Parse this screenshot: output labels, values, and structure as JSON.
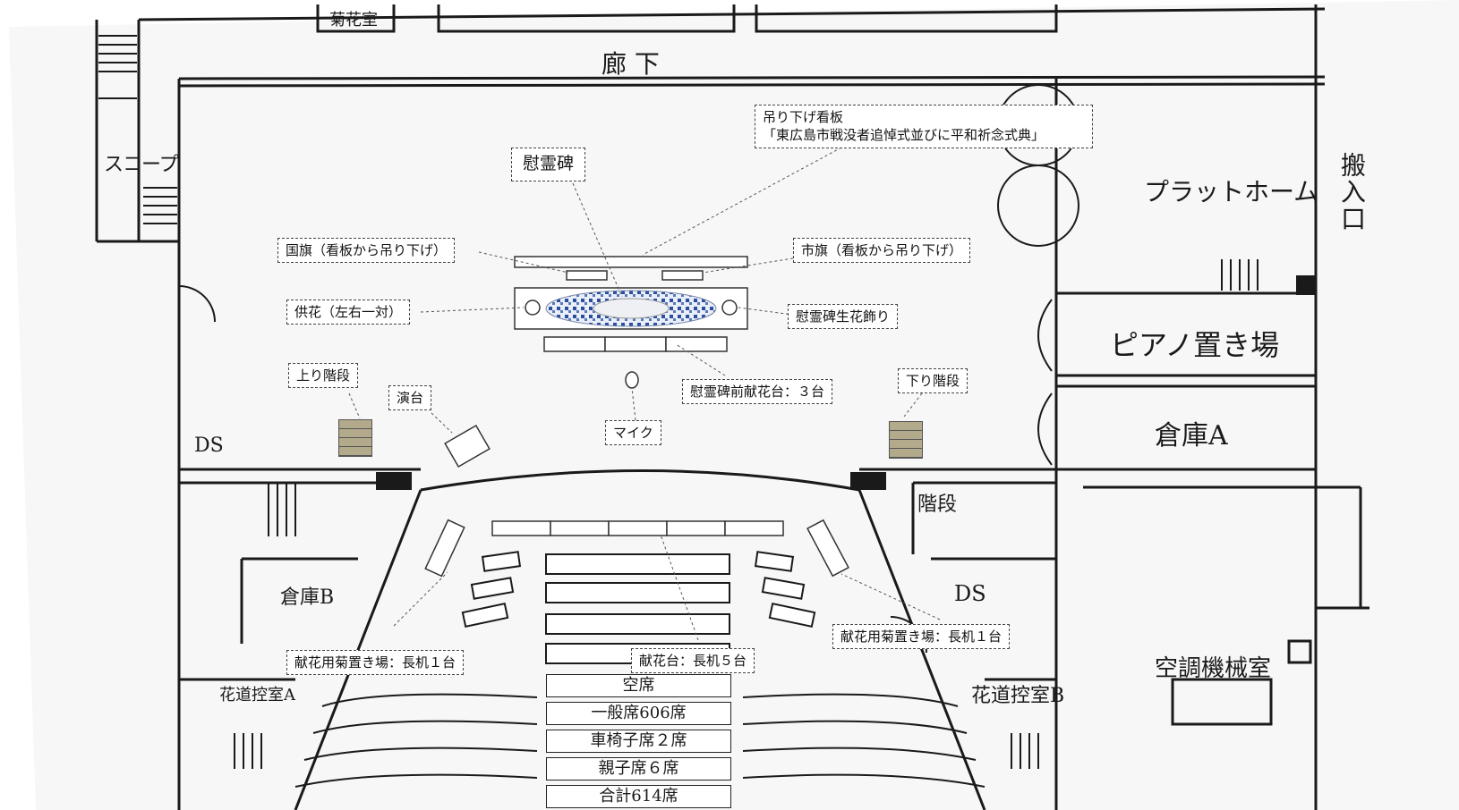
{
  "rooms": {
    "corridor": "廊  下",
    "scope": "スコープ",
    "platform": "プラットホーム",
    "loading_entrance": "搬入口",
    "piano": "ピアノ置き場",
    "storage_a": "倉庫A",
    "storage_b": "倉庫B",
    "stairs": "階段",
    "ds_left": "DS",
    "ds_right": "DS",
    "aircon": "空調機械室",
    "flower_room_a": "花道控室A",
    "flower_room_b": "花道控室B",
    "top_room": "菊花室"
  },
  "seating": {
    "rows": [
      "空席",
      "一般席606席",
      "車椅子席２席",
      "親子席６席",
      "合計614席"
    ]
  },
  "labels": {
    "hanging_sign_title": "吊り下げ看板",
    "hanging_sign_text": "「東広島市戦没者追悼式並びに平和祈念式典」",
    "monument": "慰霊碑",
    "national_flag": "国旗（看板から吊り下げ）",
    "city_flag": "市旗（看板から吊り下げ）",
    "offering_flowers": "供花（左右一対）",
    "monument_flowers": "慰霊碑生花飾り",
    "stairs_up": "上り階段",
    "stairs_down": "下り階段",
    "podium": "演台",
    "mic": "マイク",
    "front_flower_tables": "慰霊碑前献花台：３台",
    "chrysanthemum_left": "献花用菊置き場：長机１台",
    "chrysanthemum_right": "献花用菊置き場：長机１台",
    "flower_tables": "献花台：長机５台"
  },
  "colors": {
    "line": "#1a1a1a",
    "stair_fill": "#b3a98b",
    "flower_blue": "#2b4f9e"
  }
}
